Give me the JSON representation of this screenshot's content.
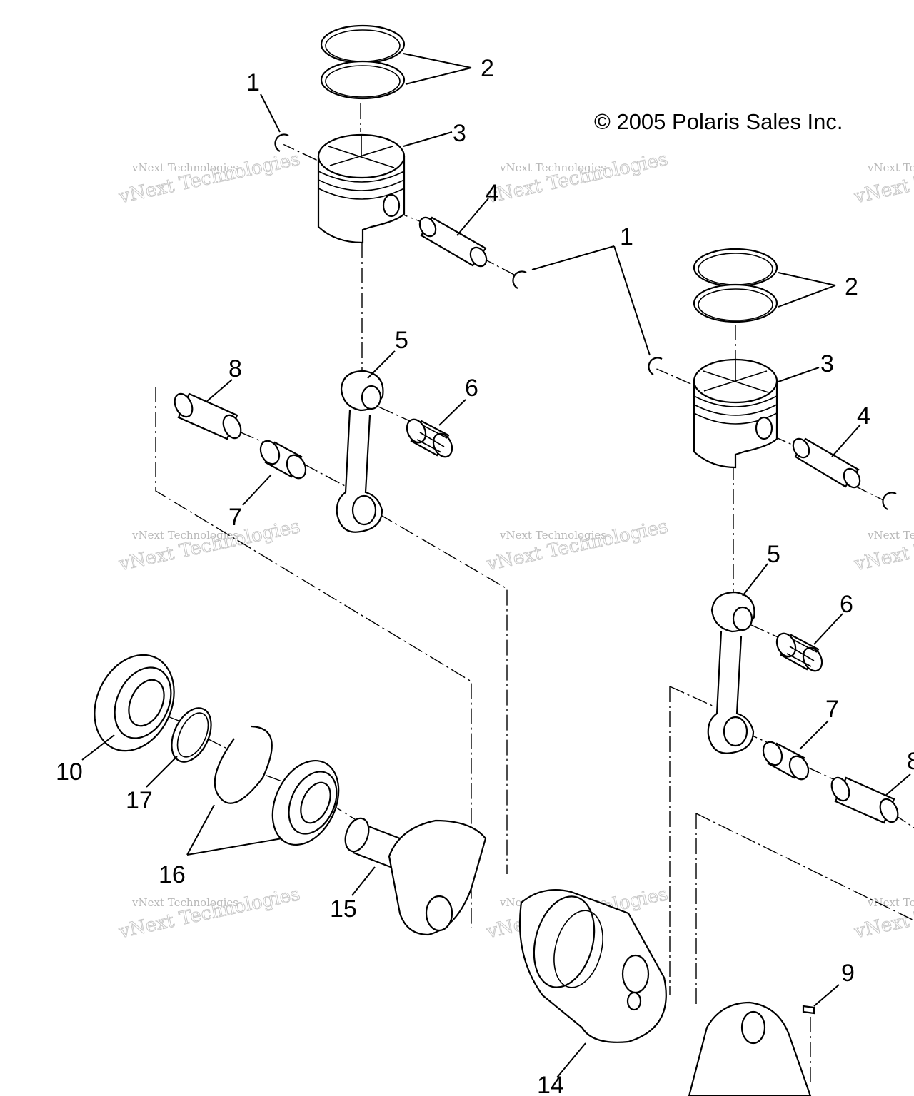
{
  "copyright": "© 2005 Polaris Sales Inc.",
  "watermark": {
    "line1": "vNext Technologies",
    "line2": "vNext Technologies"
  },
  "callouts": {
    "c1a": "1",
    "c2a": "2",
    "c3a": "3",
    "c4a": "4",
    "c1b": "1",
    "c2b": "2",
    "c3b": "3",
    "c4b": "4",
    "c5a": "5",
    "c6a": "6",
    "c8a": "8",
    "c7a": "7",
    "c5b": "5",
    "c6b": "6",
    "c7b": "7",
    "c8b": "8",
    "c10": "10",
    "c17": "17",
    "c16": "16",
    "c15": "15",
    "c14": "14",
    "c9": "9"
  }
}
